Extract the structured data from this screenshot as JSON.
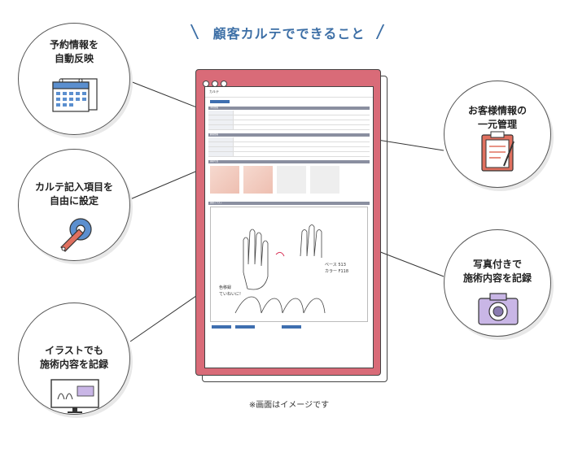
{
  "title": "顧客カルテでできること",
  "caption": "※画面はイメージです",
  "features": [
    {
      "label_line1": "予約情報を",
      "label_line2": "自動反映",
      "icon": "calendar-icon"
    },
    {
      "label_line1": "カルテ記入項目を",
      "label_line2": "自由に設定",
      "icon": "wrench-gear-icon"
    },
    {
      "label_line1": "イラストでも",
      "label_line2": "施術内容を記録",
      "icon": "monitor-sketch-icon"
    },
    {
      "label_line1": "お客様情報の",
      "label_line2": "一元管理",
      "icon": "clipboard-icon"
    },
    {
      "label_line1": "写真付きで",
      "label_line2": "施術内容を記録",
      "icon": "camera-icon"
    }
  ],
  "screen": {
    "header": "カルテ",
    "sections": [
      "予約情報",
      "顧客情報",
      "施術写真",
      "施術イラスト"
    ],
    "handwriting": [
      "ベース 513",
      "カラー F118",
      "色移録",
      "ていねいに!"
    ]
  },
  "colors": {
    "device": "#d96b78",
    "accent": "#3d6fa6",
    "sidebar": "#8a8fa0"
  }
}
